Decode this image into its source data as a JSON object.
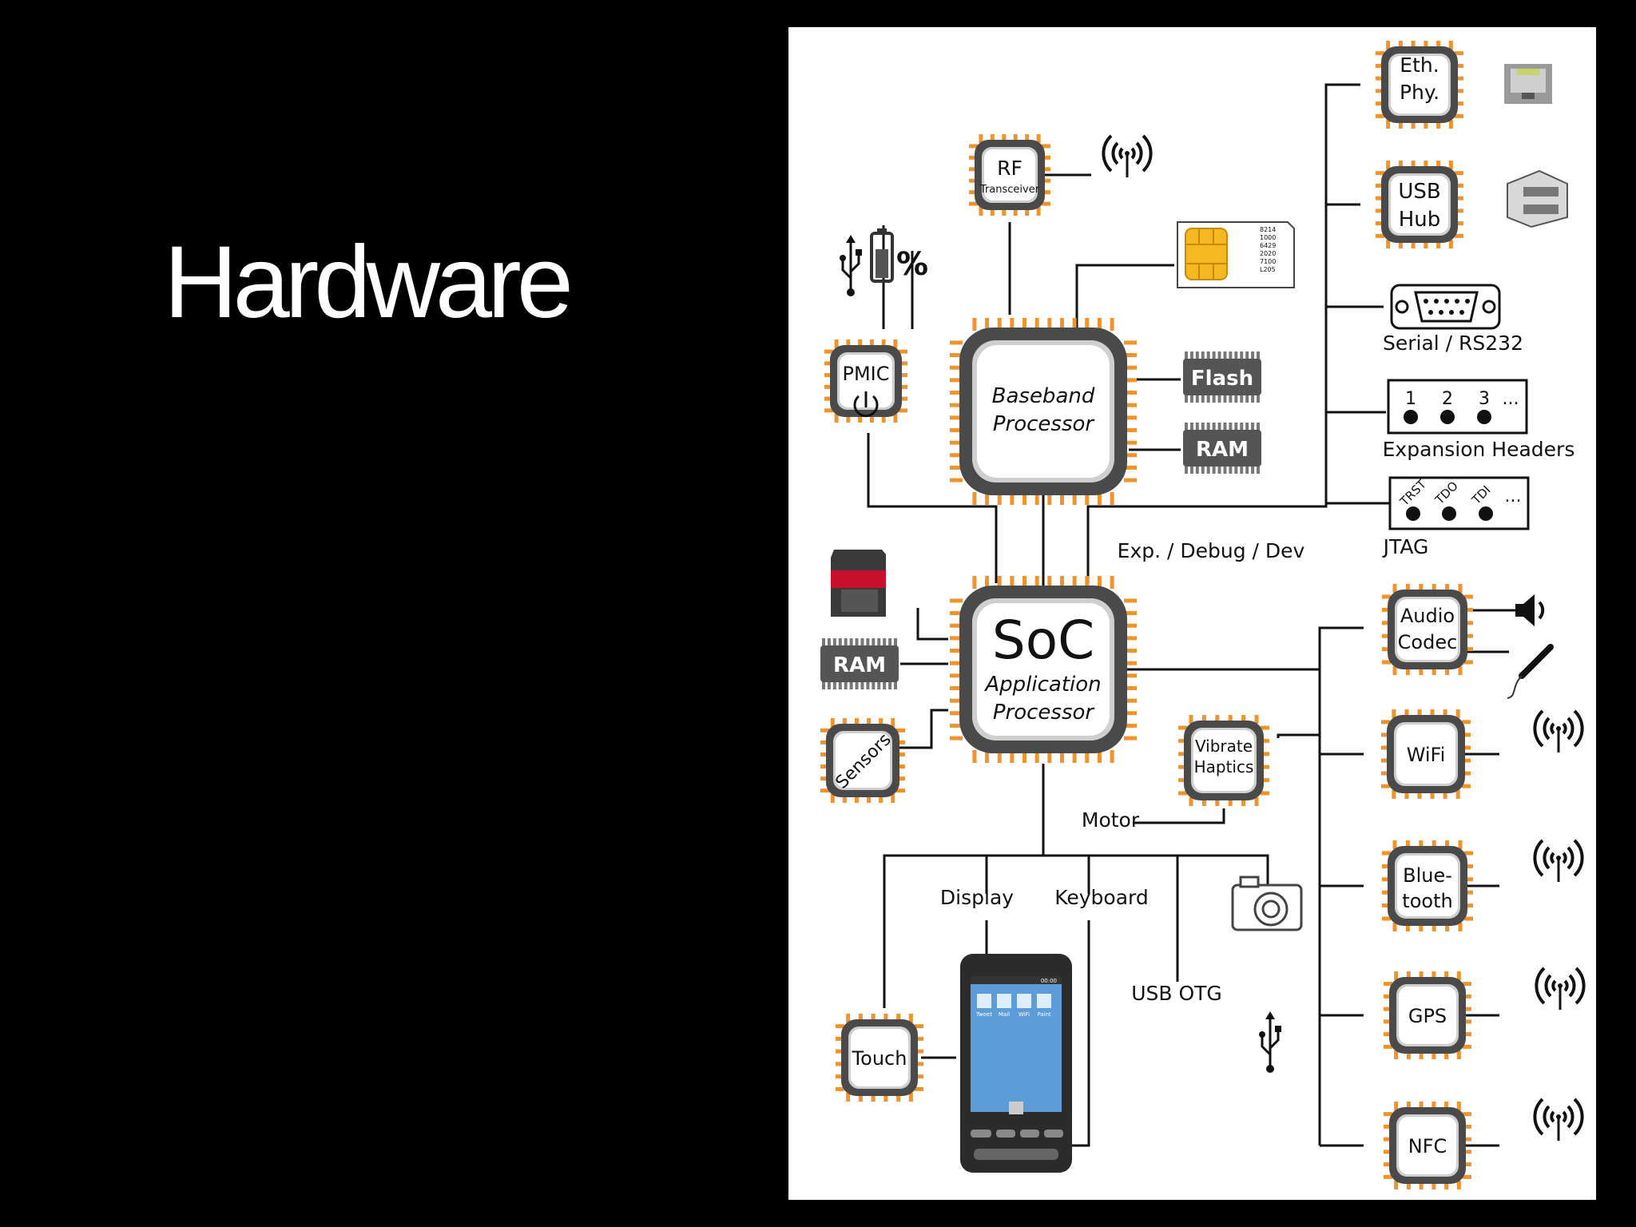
{
  "slide": {
    "title": "Hardware"
  },
  "colors": {
    "background": "#000000",
    "title": "#ffffff",
    "chip_pins": "#f0932b",
    "chip_body": "#4a4a4a",
    "chip_face": "#ffffff",
    "memory": "#555555",
    "wire": "#111111",
    "sim": "#f5b820"
  },
  "chips": {
    "rf": {
      "line1": "RF",
      "line2": "Transceiver"
    },
    "eth": {
      "line1": "Eth.",
      "line2": "Phy."
    },
    "usb_hub": {
      "line1": "USB",
      "line2": "Hub"
    },
    "pmic": {
      "label": "PMIC"
    },
    "baseband": {
      "line1": "Baseband",
      "line2": "Processor"
    },
    "soc": {
      "line1": "SoC",
      "line2": "Application",
      "line3": "Processor"
    },
    "audio": {
      "line1": "Audio",
      "line2": "Codec"
    },
    "wifi": {
      "label": "WiFi"
    },
    "vibrate": {
      "line1": "Vibrate",
      "line2": "Haptics"
    },
    "sensors": {
      "label": "Sensors"
    },
    "bluetooth": {
      "line1": "Blue-",
      "line2": "tooth"
    },
    "gps": {
      "label": "GPS"
    },
    "touch": {
      "label": "Touch"
    },
    "nfc": {
      "label": "NFC"
    }
  },
  "memory": {
    "flash": "Flash",
    "baseband_ram": "RAM",
    "soc_ram": "RAM"
  },
  "sim": {
    "digits": [
      "8214",
      "1000",
      "6429",
      "2020",
      "7100",
      "L205"
    ]
  },
  "battery": {
    "symbol": "%"
  },
  "ports": {
    "serial": "Serial / RS232",
    "expansion": {
      "label": "Expansion Headers",
      "pins": [
        "1",
        "2",
        "3",
        "..."
      ]
    },
    "jtag": {
      "label": "JTAG",
      "pins": [
        "TRST",
        "TDO",
        "TDI",
        "..."
      ]
    }
  },
  "labels": {
    "exp_debug": "Exp. / Debug / Dev",
    "motor": "Motor",
    "display": "Display",
    "keyboard": "Keyboard",
    "usb_otg": "USB OTG"
  },
  "phone": {
    "status": "00:00",
    "apps": [
      "Tweet",
      "Mail",
      "WiFi",
      "Paint"
    ]
  }
}
